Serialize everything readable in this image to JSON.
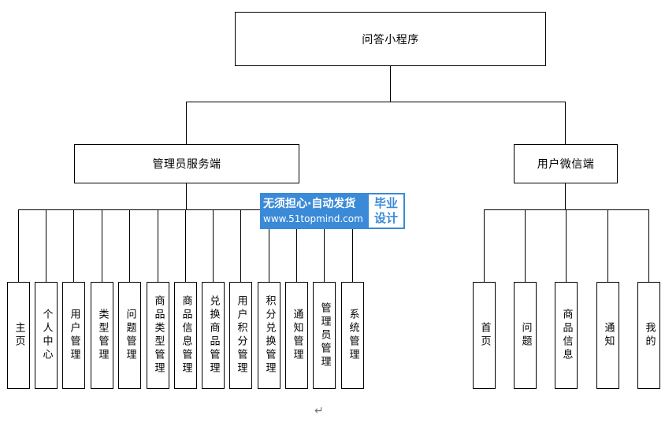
{
  "root": {
    "label": "问答小程序"
  },
  "admin": {
    "label": "管理员服务端",
    "children": [
      "主页",
      "个人中心",
      "用户管理",
      "类型管理",
      "问题管理",
      "商品类型管理",
      "商品信息管理",
      "兑换商品管理",
      "用户积分管理",
      "积分兑换管理",
      "通知管理",
      "管理员管理",
      "系统管理"
    ]
  },
  "user": {
    "label": "用户微信端",
    "children": [
      "首页",
      "问题",
      "商品信息",
      "通知",
      "我的"
    ]
  },
  "watermark": {
    "line1": "无须担心·自动发货",
    "line2": "www.51topmind.com",
    "badge_line1": "毕业",
    "badge_line2": "设计"
  },
  "return_mark": "↵"
}
